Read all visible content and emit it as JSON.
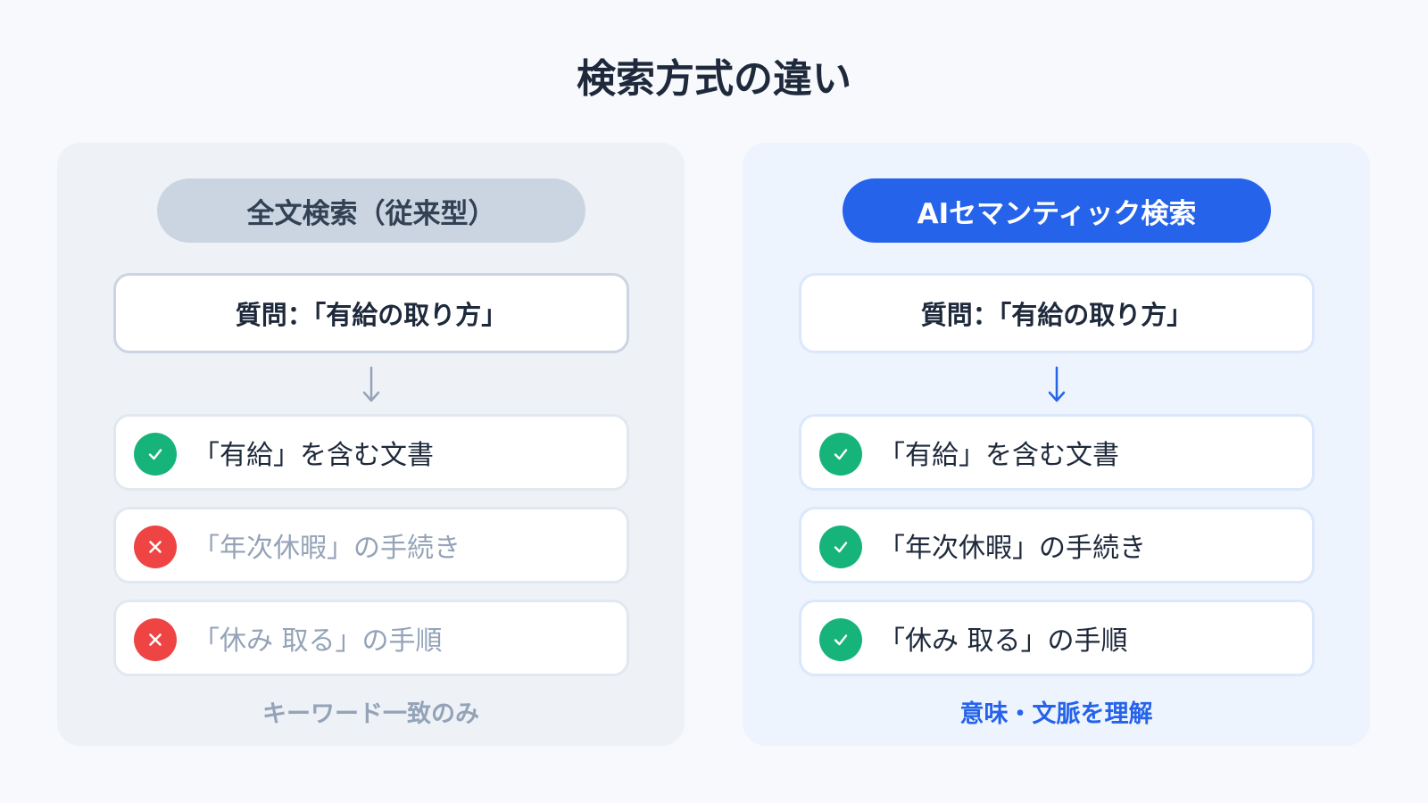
{
  "title": "検索方式の違い",
  "colors": {
    "accent": "#2563eb",
    "check": "#16b47a",
    "cross": "#ef4444",
    "muted": "#94a3b8"
  },
  "left": {
    "header": "全文検索（従来型）",
    "question": "質問：「有給の取り方」",
    "results": [
      {
        "status": "check-icon",
        "text": "「有給」を含む文書"
      },
      {
        "status": "cross-icon",
        "text": "「年次休暇」の手続き"
      },
      {
        "status": "cross-icon",
        "text": "「休み 取る」の手順"
      }
    ],
    "footer": "キーワード一致のみ"
  },
  "right": {
    "header": "AIセマンティック検索",
    "question": "質問：「有給の取り方」",
    "results": [
      {
        "status": "check-icon",
        "text": "「有給」を含む文書"
      },
      {
        "status": "check-icon",
        "text": "「年次休暇」の手続き"
      },
      {
        "status": "check-icon",
        "text": "「休み 取る」の手順"
      }
    ],
    "footer": "意味・文脈を理解"
  }
}
